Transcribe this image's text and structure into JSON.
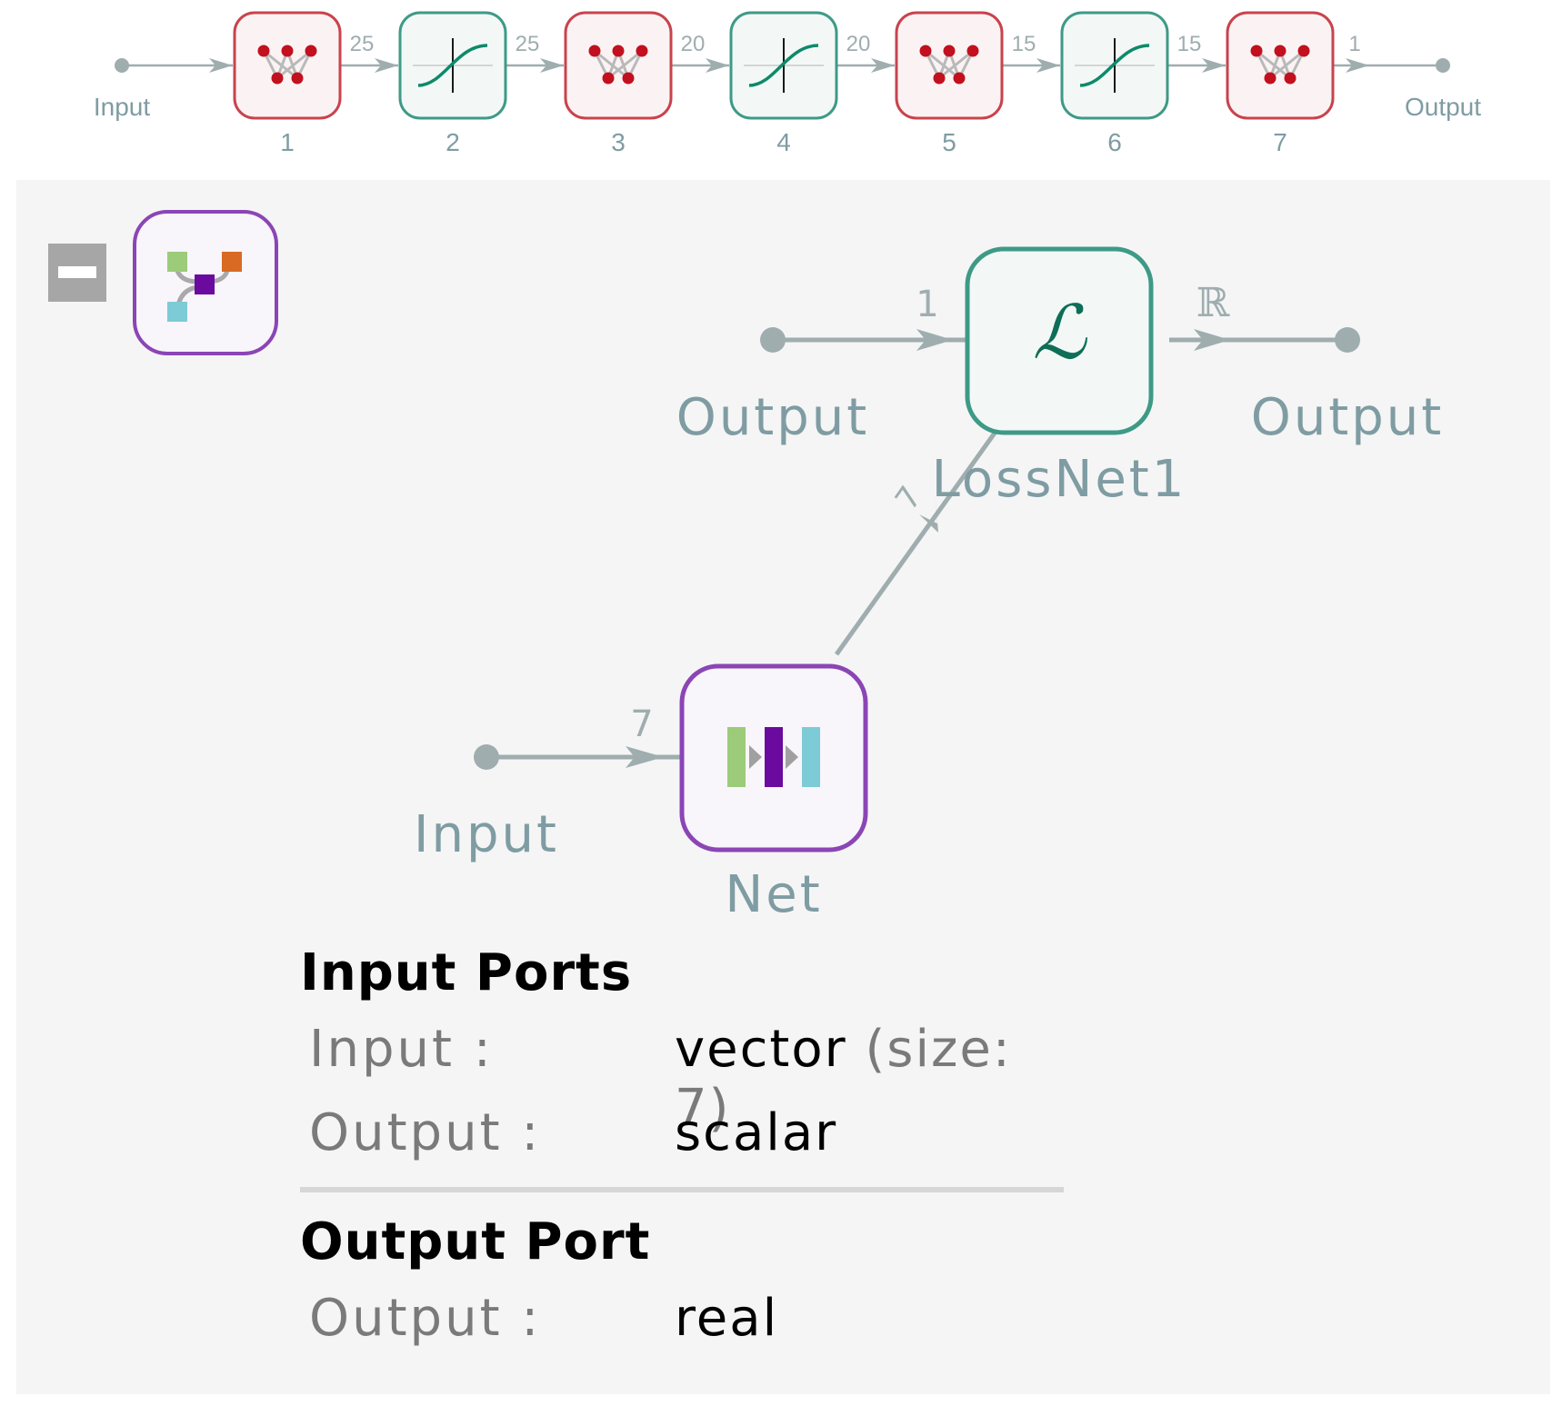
{
  "chain": {
    "input_label": "Input",
    "output_label": "Output",
    "layers": [
      {
        "kind": "linear",
        "index": "1"
      },
      {
        "kind": "sigmoid",
        "index": "2"
      },
      {
        "kind": "linear",
        "index": "3"
      },
      {
        "kind": "sigmoid",
        "index": "4"
      },
      {
        "kind": "linear",
        "index": "5"
      },
      {
        "kind": "sigmoid",
        "index": "6"
      },
      {
        "kind": "linear",
        "index": "7"
      }
    ],
    "edge_sizes": [
      "25",
      "25",
      "20",
      "20",
      "15",
      "15",
      "1"
    ]
  },
  "graph": {
    "collapse_icon": "minus-icon",
    "graph_icon": "network-graph-icon",
    "loss_node": {
      "label": "LossNet1",
      "symbol": "ℒ"
    },
    "net_node": {
      "label": "Net"
    },
    "loss_input_label": "Output",
    "loss_input_size": "1",
    "loss_output_label": "Output",
    "loss_output_size": "ℝ",
    "net_to_loss_size": "7",
    "net_input_label": "Input",
    "net_input_size": "7"
  },
  "ports": {
    "input_heading": "Input Ports",
    "input_rows": [
      {
        "key": "Input",
        "value": "vector",
        "detail": "(size: 7)"
      },
      {
        "key": "Output",
        "value": "scalar",
        "detail": ""
      }
    ],
    "output_heading": "Output Port",
    "output_rows": [
      {
        "key": "Output",
        "value": "real",
        "detail": ""
      }
    ]
  },
  "colors": {
    "linear": "#c8434d",
    "linear_fill": "#fbf3f3",
    "sigmoid": "#3e9a86",
    "sigmoid_fill": "#f3f8f7",
    "graph": "#8b45b5",
    "graph_fill": "#f8f5fb",
    "edge": "#9fadaf",
    "label": "#7f9ca3"
  }
}
